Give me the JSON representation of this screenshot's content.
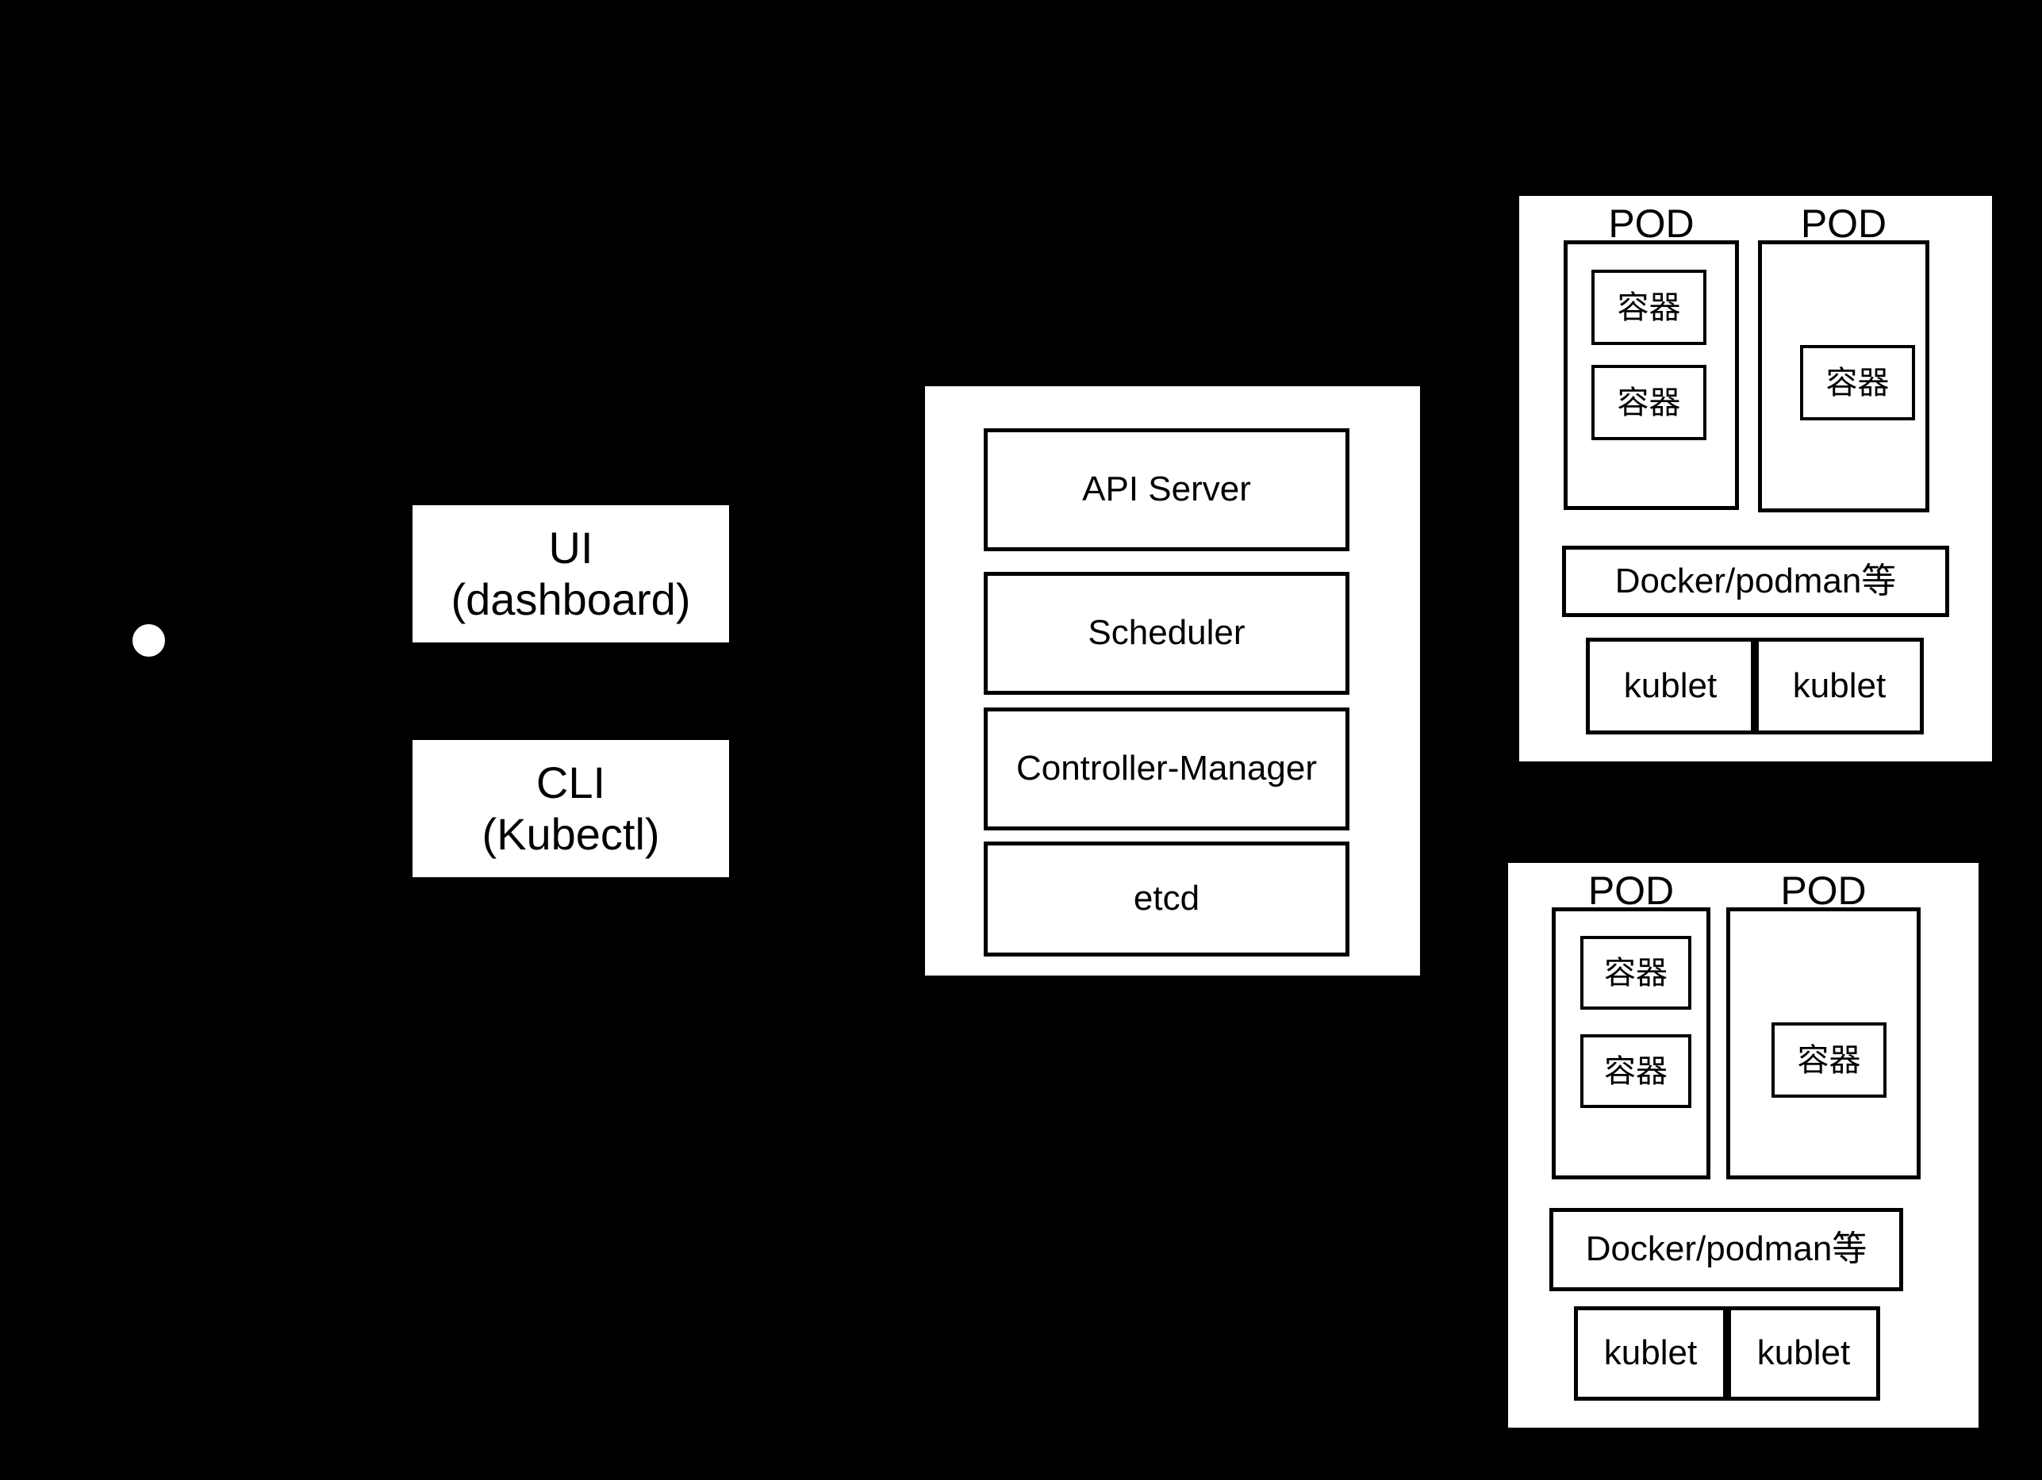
{
  "diagram": {
    "background_color": "#000000",
    "surface_color": "#ffffff",
    "stroke_color": "#000000",
    "client": {
      "ui_box_label": "UI\n(dashboard)",
      "cli_box_label": "CLI\n(Kubectl)",
      "user_dot_name": "user-node-dot"
    },
    "control_plane": {
      "components": [
        {
          "label": "API Server"
        },
        {
          "label": "Scheduler"
        },
        {
          "label": "Controller-Manager"
        },
        {
          "label": "etcd"
        }
      ]
    },
    "nodes": [
      {
        "id": "node-top",
        "pods": [
          {
            "title": "POD",
            "containers": [
              "容器",
              "容器"
            ]
          },
          {
            "title": "POD",
            "containers": [
              "容器"
            ]
          }
        ],
        "runtime_label": "Docker/podman等",
        "kublets": [
          "kublet",
          "kublet"
        ]
      },
      {
        "id": "node-bottom",
        "pods": [
          {
            "title": "POD",
            "containers": [
              "容器",
              "容器"
            ]
          },
          {
            "title": "POD",
            "containers": [
              "容器"
            ]
          }
        ],
        "runtime_label": "Docker/podman等",
        "kublets": [
          "kublet",
          "kublet"
        ]
      }
    ]
  }
}
